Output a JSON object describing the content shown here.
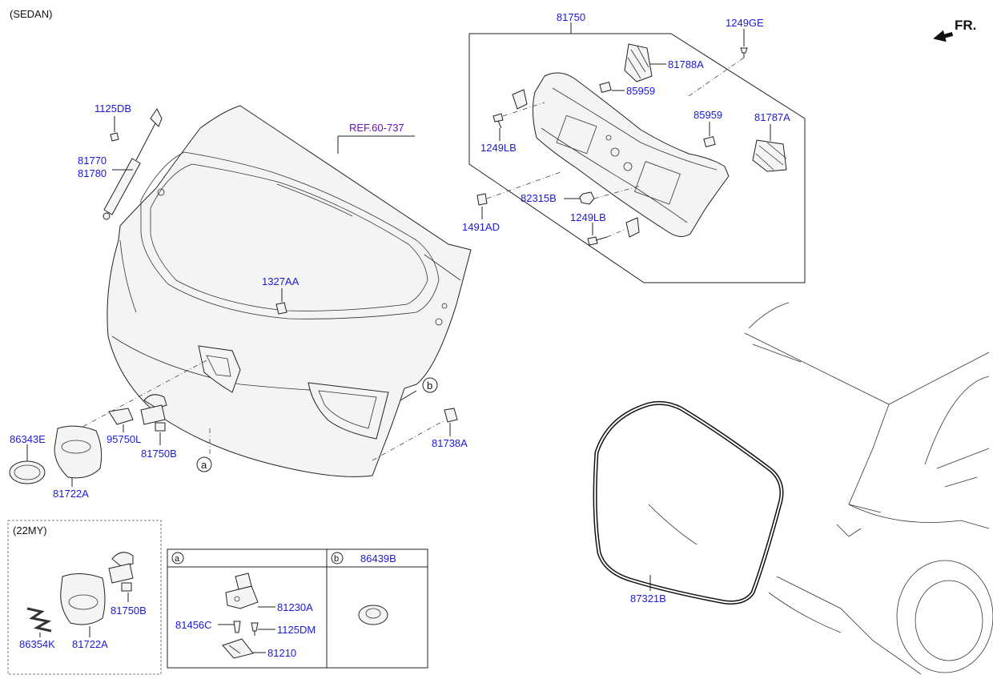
{
  "header": {
    "variant": "(SEDAN)",
    "direction": "FR."
  },
  "parts": {
    "p81750": "81750",
    "p1249GE": "1249GE",
    "p81788A": "81788A",
    "p85959a": "85959",
    "p85959b": "85959",
    "p81787A": "81787A",
    "p1249LBa": "1249LB",
    "p82315B": "82315B",
    "p1491AD": "1491AD",
    "p1249LBb": "1249LB",
    "p1125DB": "1125DB",
    "p81770": "81770",
    "p81780": "81780",
    "ref": "REF.60-737",
    "p1327AA": "1327AA",
    "p86343E": "86343E",
    "p95750L": "95750L",
    "p81750B": "81750B",
    "p81722A": "81722A",
    "p81738A": "81738A",
    "p87321B": "87321B"
  },
  "callouts": {
    "a": "a",
    "b": "b"
  },
  "inset_22my": {
    "title": "(22MY)",
    "p86354K": "86354K",
    "p81722A": "81722A",
    "p81750B": "81750B"
  },
  "box_a": {
    "tag": "a",
    "p81230A": "81230A",
    "p81456C": "81456C",
    "p1125DM": "1125DM",
    "p81210": "81210"
  },
  "box_b": {
    "tag": "b",
    "p86439B": "86439B"
  }
}
